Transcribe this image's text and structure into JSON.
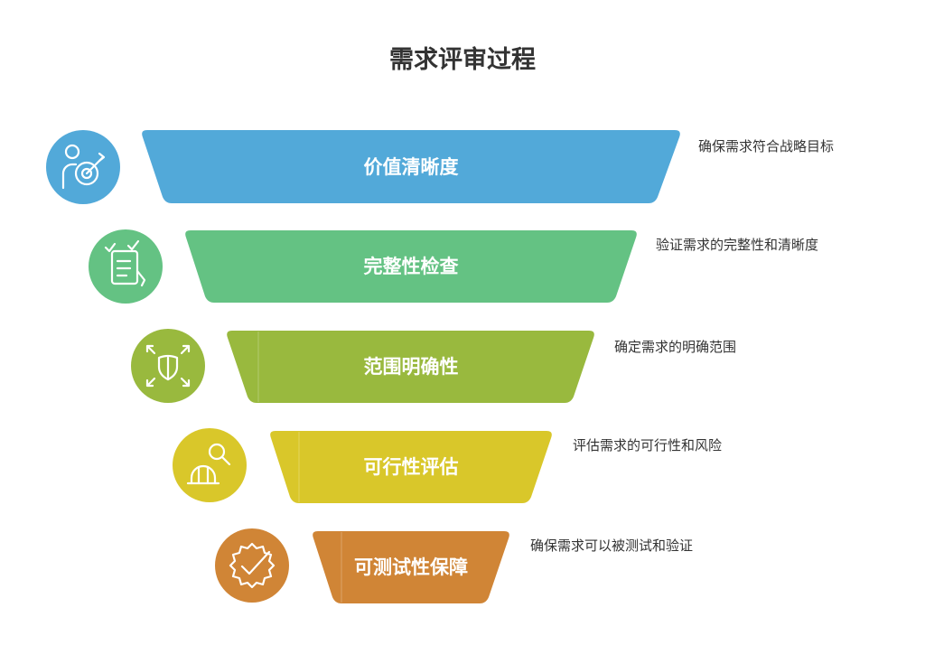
{
  "title": "需求评审过程",
  "stages": [
    {
      "label": "价值清晰度",
      "desc": "确保需求符合战略目标",
      "color": "#52a9d9",
      "icon": "person-target-icon"
    },
    {
      "label": "完整性检查",
      "desc": "验证需求的完整性和清晰度",
      "color": "#64c283",
      "icon": "checklist-icon"
    },
    {
      "label": "范围明确性",
      "desc": "确定需求的明确范围",
      "color": "#99b93e",
      "icon": "shield-arrows-icon"
    },
    {
      "label": "可行性评估",
      "desc": "评估需求的可行性和风险",
      "color": "#d9c72a",
      "icon": "helmet-magnifier-icon"
    },
    {
      "label": "可测试性保障",
      "desc": "确保需求可以被测试和验证",
      "color": "#d08536",
      "icon": "gear-check-icon"
    }
  ]
}
